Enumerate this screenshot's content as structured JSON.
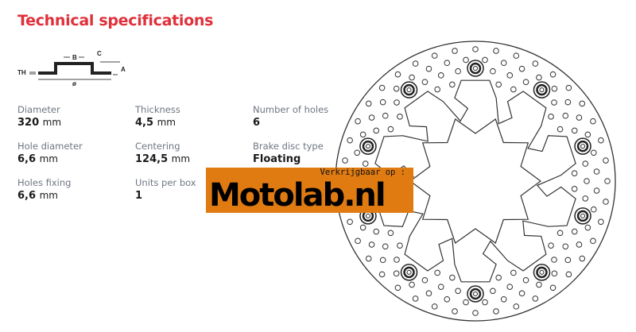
{
  "title": "Technical specifications",
  "diagram_labels": {
    "th": "TH",
    "b": "B",
    "c": "C",
    "a": "A",
    "diameter": "ø"
  },
  "specs": [
    {
      "label": "Diameter",
      "value": "320",
      "unit": "mm"
    },
    {
      "label": "Thickness",
      "value": "4,5",
      "unit": "mm"
    },
    {
      "label": "Number of holes",
      "value": "6",
      "unit": ""
    },
    {
      "label": "Hole diameter",
      "value": "6,6",
      "unit": "mm"
    },
    {
      "label": "Centering",
      "value": "124,5",
      "unit": "mm"
    },
    {
      "label": "Brake disc type",
      "value": "Floating",
      "unit": ""
    },
    {
      "label": "Holes fixing",
      "value": "6,6",
      "unit": "mm"
    },
    {
      "label": "Units per box",
      "value": "1",
      "unit": ""
    }
  ],
  "banner": {
    "subtitle": "Verkrijgbaar op :",
    "logo": "Motolab.nl",
    "color": "#e07b12"
  },
  "accent": "#e0303a"
}
